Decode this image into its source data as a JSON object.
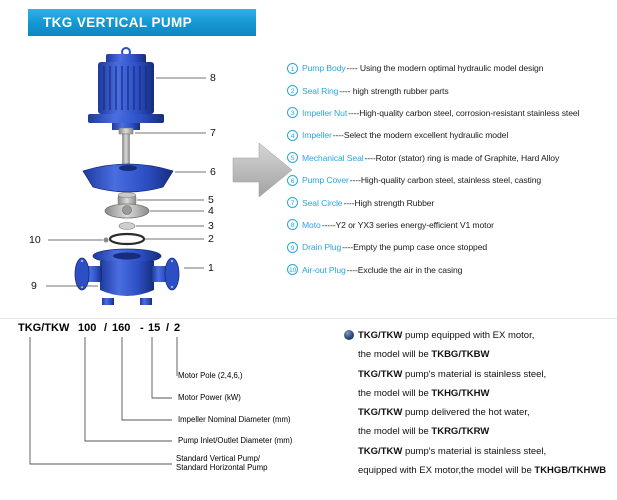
{
  "header": {
    "title": "TKG VERTICAL PUMP"
  },
  "diagram": {
    "callouts": [
      "8",
      "7",
      "6",
      "5",
      "4",
      "3",
      "2",
      "10",
      "1",
      "9"
    ]
  },
  "parts": {
    "items": [
      {
        "num": "1",
        "name": "Pump Body",
        "desc": " ---- Using the modern optimal hydraulic model design"
      },
      {
        "num": "2",
        "name": "Seal Ring",
        "desc": " ---- high strength rubber parts"
      },
      {
        "num": "3",
        "name": "Impeller Nut",
        "desc": " ----High-quality carbon steel, corrosion-resistant stainless steel"
      },
      {
        "num": "4",
        "name": "Impeller",
        "desc": " ----Select the modern excellent hydraulic model"
      },
      {
        "num": "5",
        "name": "Mechanical Seal",
        "desc": " ----Rotor (stator) ring is made of Graphite, Hard Alloy"
      },
      {
        "num": "6",
        "name": "Pump Cover",
        "desc": " ----High-quality carbon steel, stainless steel, casting"
      },
      {
        "num": "7",
        "name": "Seal Circle",
        "desc": " ----High strength Rubber"
      },
      {
        "num": "8",
        "name": "Moto",
        "desc": " -----Y2 or YX3 series energy-efficient V1 motor"
      },
      {
        "num": "9",
        "name": "Drain Plug",
        "desc": " ----Empty the pump case once stopped"
      },
      {
        "num": "10",
        "name": "Air-out Plug",
        "desc": " ----Exclude the air in the casing"
      }
    ]
  },
  "model_code": {
    "segments": [
      "TKG/TKW",
      "100",
      "/",
      "160",
      "-",
      "15",
      "/",
      "2"
    ],
    "labels": [
      "Motor Pole (2,4,6,)",
      "Motor Power  (kW)",
      "Impeller Nominal Diameter (mm)",
      "Pump Inlet/Outlet Diameter (mm)",
      "Standard Vertical Pump/",
      "Standard  Horizontal Pump"
    ]
  },
  "notes": {
    "lines": [
      {
        "pre": "",
        "bold": "TKG/TKW",
        "post": " pump equipped with EX motor,"
      },
      {
        "pre": "the model will be ",
        "bold": "TKBG/TKBW",
        "post": ""
      },
      {
        "pre": "",
        "bold": "TKG/TKW",
        "post": " pump's material is stainless steel,"
      },
      {
        "pre": "the model will be ",
        "bold": "TKHG/TKHW",
        "post": ""
      },
      {
        "pre": "",
        "bold": "TKG/TKW",
        "post": " pump delivered the hot water,"
      },
      {
        "pre": "the model will be ",
        "bold": "TKRG/TKRW",
        "post": ""
      },
      {
        "pre": "",
        "bold": "TKG/TKW",
        "post": " pump's material is stainless steel,"
      },
      {
        "pre": "equipped with EX motor,the model will be ",
        "bold": "TKHGB/TKHWB",
        "post": ""
      }
    ]
  },
  "colors": {
    "banner_blue": "#1b9fd8",
    "accent_blue": "#2aa7dd",
    "pump_blue": "#2c4fc4"
  }
}
